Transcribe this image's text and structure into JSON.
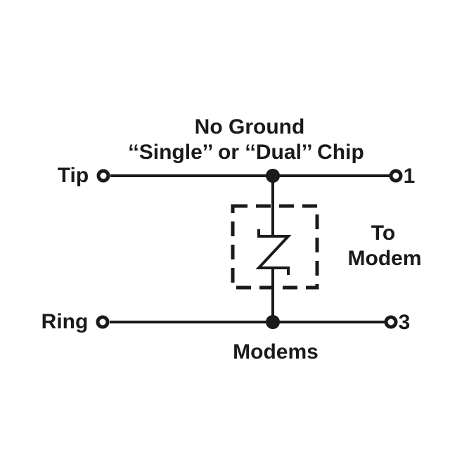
{
  "diagram": {
    "title_line1": "No Ground",
    "title_line2": "‘‘Single’’ or ‘‘Dual’’ Chip",
    "left_labels": {
      "tip": "Tip",
      "ring": "Ring"
    },
    "right_labels": {
      "terminal_top": "1",
      "terminal_bottom": "3",
      "to_modem_line1": "To",
      "to_modem_line2": "Modem"
    },
    "bottom_label": "Modems",
    "colors": {
      "ink": "#1a1a1a",
      "background": "#ffffff"
    },
    "symbols": {
      "protector": "bidirectional-surge-protector-z-symbol",
      "protector_enclosure": "dashed-optional-box"
    }
  }
}
